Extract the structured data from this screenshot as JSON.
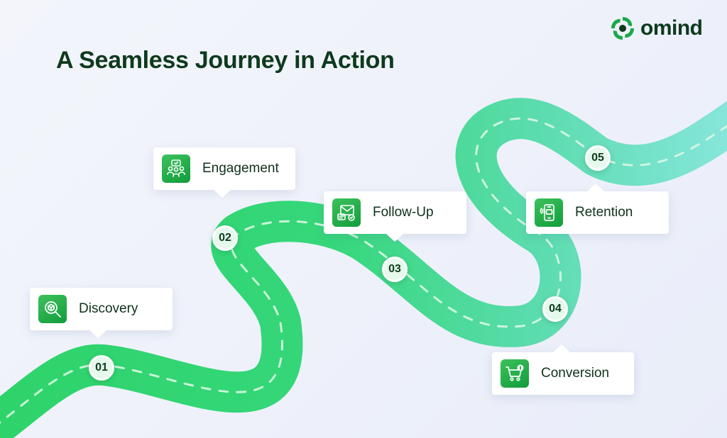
{
  "header": {
    "title": "A Seamless Journey in Action"
  },
  "brand": {
    "name": "omind",
    "color": "#0e3a1d",
    "accent": "#1aa84a"
  },
  "road": {
    "color_start": "#2ed36a",
    "color_end": "#86e6da",
    "dash_color": "#d9f7e3"
  },
  "steps": [
    {
      "number": "01",
      "label": "Discovery",
      "icon": "search-cube-icon"
    },
    {
      "number": "02",
      "label": "Engagement",
      "icon": "people-chat-icon"
    },
    {
      "number": "03",
      "label": "Follow-Up",
      "icon": "email-chat-icon"
    },
    {
      "number": "04",
      "label": "Conversion",
      "icon": "shopping-cart-icon"
    },
    {
      "number": "05",
      "label": "Retention",
      "icon": "mobile-notification-icon"
    }
  ]
}
